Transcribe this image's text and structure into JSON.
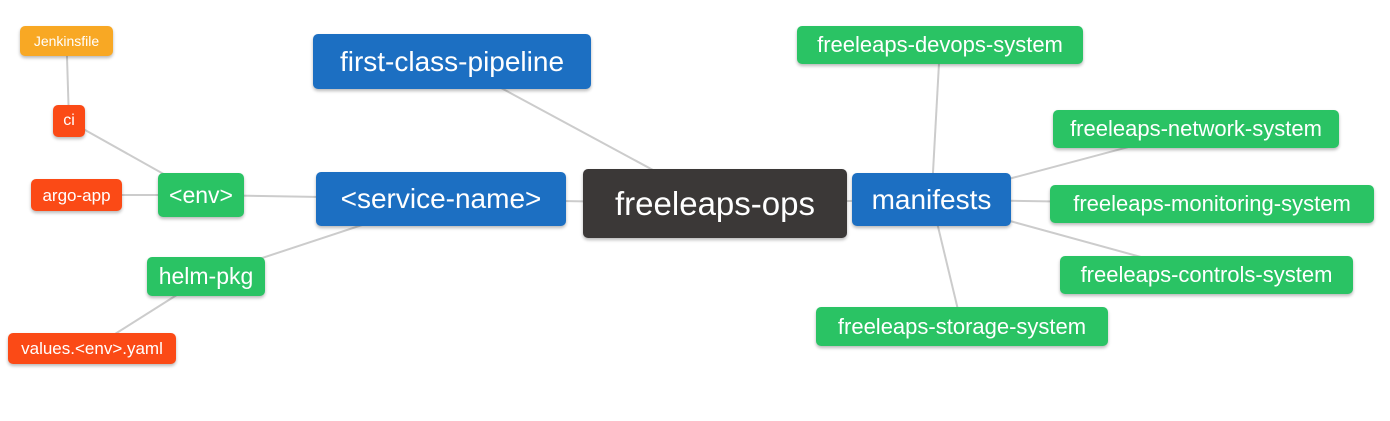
{
  "diagram": {
    "type": "mindmap",
    "root_label": "freeleaps-ops",
    "colors": {
      "blue": "#1C6FC2",
      "green": "#2AC364",
      "orange": "#F8A824",
      "red": "#FB4A16",
      "dark": "#3B3837",
      "edge": "#CCCCCC",
      "background": "#FFFFFF",
      "text": "#FFFFFF"
    },
    "nodes": [
      {
        "id": "jenkinsfile",
        "label": "Jenkinsfile",
        "color": "orange"
      },
      {
        "id": "ci",
        "label": "ci",
        "color": "red"
      },
      {
        "id": "argo-app",
        "label": "argo-app",
        "color": "red"
      },
      {
        "id": "env",
        "label": "<env>",
        "color": "green"
      },
      {
        "id": "helm-pkg",
        "label": "helm-pkg",
        "color": "green"
      },
      {
        "id": "values-env-yaml",
        "label": "values.<env>.yaml",
        "color": "red"
      },
      {
        "id": "first-class-pipeline",
        "label": "first-class-pipeline",
        "color": "blue"
      },
      {
        "id": "service-name",
        "label": "<service-name>",
        "color": "blue"
      },
      {
        "id": "freeleaps-ops",
        "label": "freeleaps-ops",
        "color": "dark"
      },
      {
        "id": "manifests",
        "label": "manifests",
        "color": "blue"
      },
      {
        "id": "freeleaps-devops-system",
        "label": "freeleaps-devops-system",
        "color": "green"
      },
      {
        "id": "freeleaps-network-system",
        "label": "freeleaps-network-system",
        "color": "green"
      },
      {
        "id": "freeleaps-monitoring-system",
        "label": "freeleaps-monitoring-system",
        "color": "green"
      },
      {
        "id": "freeleaps-controls-system",
        "label": "freeleaps-controls-system",
        "color": "green"
      },
      {
        "id": "freeleaps-storage-system",
        "label": "freeleaps-storage-system",
        "color": "green"
      }
    ],
    "edges": [
      {
        "from": "jenkinsfile",
        "to": "ci"
      },
      {
        "from": "ci",
        "to": "env"
      },
      {
        "from": "argo-app",
        "to": "env"
      },
      {
        "from": "env",
        "to": "service-name"
      },
      {
        "from": "helm-pkg",
        "to": "service-name"
      },
      {
        "from": "values-env-yaml",
        "to": "helm-pkg"
      },
      {
        "from": "first-class-pipeline",
        "to": "freeleaps-ops"
      },
      {
        "from": "service-name",
        "to": "freeleaps-ops"
      },
      {
        "from": "freeleaps-ops",
        "to": "manifests"
      },
      {
        "from": "manifests",
        "to": "freeleaps-devops-system"
      },
      {
        "from": "manifests",
        "to": "freeleaps-network-system"
      },
      {
        "from": "manifests",
        "to": "freeleaps-monitoring-system"
      },
      {
        "from": "manifests",
        "to": "freeleaps-controls-system"
      },
      {
        "from": "manifests",
        "to": "freeleaps-storage-system"
      }
    ]
  }
}
